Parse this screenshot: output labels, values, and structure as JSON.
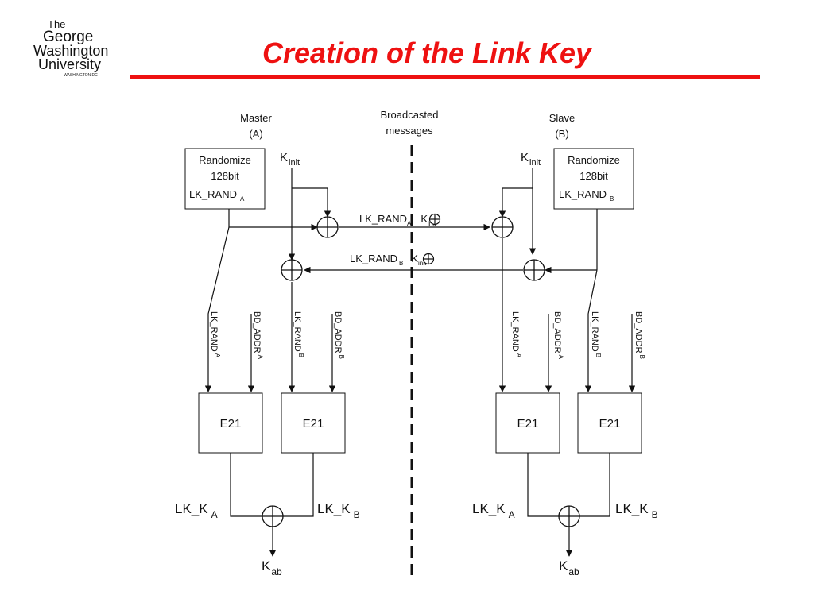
{
  "title": "Creation of the Link Key",
  "logo": {
    "line1": "The",
    "line2": "George",
    "line3": "Washington",
    "line4": "University",
    "line5": "WASHINGTON DC"
  },
  "columns": {
    "master": {
      "label": "Master",
      "sub": "(A)"
    },
    "broadcast": {
      "line1": "Broadcasted",
      "line2": "messages"
    },
    "slave": {
      "label": "Slave",
      "sub": "(B)"
    }
  },
  "randomize": {
    "a": {
      "line1": "Randomize",
      "line2": "128bit",
      "line3": "LK_RAND",
      "sub": "A"
    },
    "b": {
      "line1": "Randomize",
      "line2": "128bit",
      "line3": "LK_RAND",
      "sub": "B"
    }
  },
  "kinit": {
    "main": "K",
    "sub": "init"
  },
  "messages": {
    "a_to_b": {
      "text": "LK_RAND",
      "sub": "A",
      "k": "K",
      "ksub": "init"
    },
    "b_to_a": {
      "text": "LK_RAND",
      "sub": "B",
      "k": "K",
      "ksub": "init"
    }
  },
  "inputs": {
    "lk_rand_a": {
      "main": "LK_RAND",
      "sub": "A"
    },
    "bd_addr_a": {
      "main": "BD_ADDR",
      "sub": "A"
    },
    "lk_rand_b": {
      "main": "LK_RAND",
      "sub": "B"
    },
    "bd_addr_b": {
      "main": "BD_ADDR",
      "sub": "B"
    }
  },
  "e21_label": "E21",
  "outputs": {
    "lk_k_a": {
      "main": "LK_K",
      "sub": "A"
    },
    "lk_k_b": {
      "main": "LK_K",
      "sub": "B"
    },
    "kab": {
      "main": "K",
      "sub": "ab"
    }
  },
  "colors": {
    "title": "#ee1111",
    "rule": "#ee1111",
    "logo": "#1f3a6e"
  }
}
